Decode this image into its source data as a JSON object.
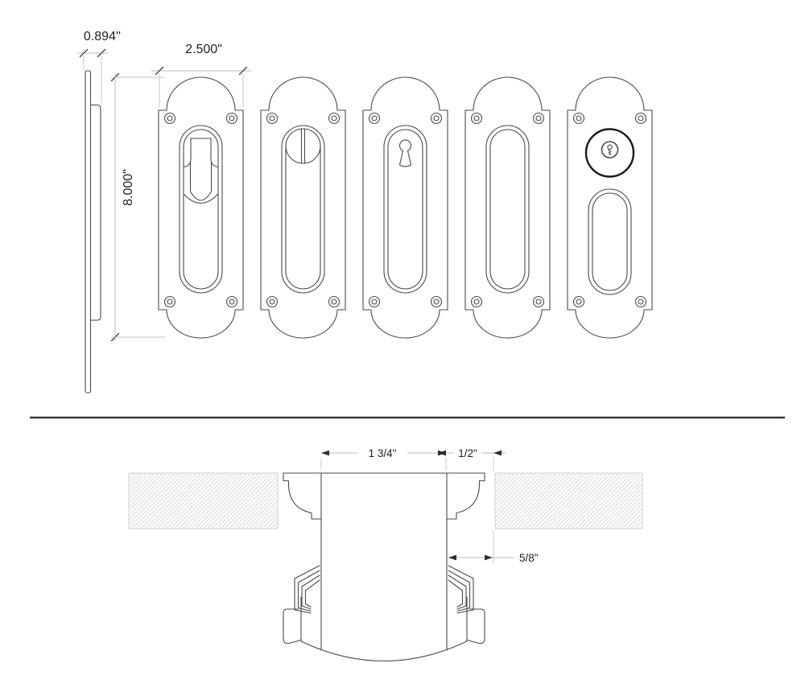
{
  "drawing": {
    "kind": "pocket-door-pull-technical-drawing",
    "units": "inches",
    "colors": {
      "line": "#4a4a4a",
      "dim_line": "#b9b9b9",
      "text": "#1f1f1f",
      "hatch": "#cfcfcf",
      "divider": "#3a3a3a"
    },
    "dims": {
      "side_depth": "0.894''",
      "plate_width": "2.500\"",
      "plate_height": "8.000\"",
      "cup_width": "1 3/4\"",
      "flange": "1/2\"",
      "edge": "5/8\""
    },
    "plate_variants": [
      "flip-edge-pull",
      "thumbturn-privacy",
      "keyhole",
      "plain-passage",
      "keyed-cylinder"
    ],
    "views": {
      "top_left": "side-profile",
      "top_row": "five-front-views",
      "bottom": "mortise-cross-section-in-door"
    }
  }
}
